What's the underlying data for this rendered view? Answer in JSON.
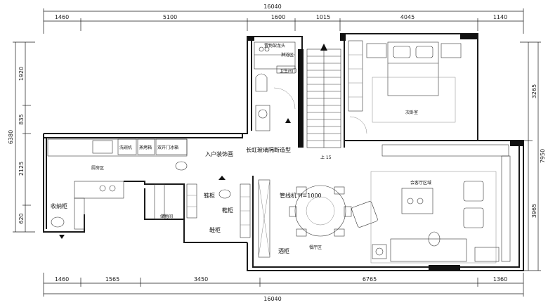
{
  "dimensions": {
    "top_total": "16040",
    "top_segments": [
      "1460",
      "5100",
      "1600",
      "1015",
      "4045",
      "1140"
    ],
    "bottom_segments": [
      "1460",
      "1565",
      "3450",
      "6765",
      "1360"
    ],
    "bottom_total": "16040",
    "left_segments": [
      "1920",
      "835",
      "2125",
      "620"
    ],
    "left_total": "6380",
    "right_segments": [
      "3265",
      "3965"
    ],
    "right_total": "7950"
  },
  "labels": {
    "shower": "淋浴区",
    "toilet_door": "卫生间门",
    "bedroom": "次卧室",
    "washer": "洗碗机",
    "steamer": "蒸烤箱",
    "fridge": "双开门冰箱",
    "entry_wall": "入户装饰画",
    "partition": "长虹玻璃隔断造型",
    "stair_up": "上 15",
    "kitchen": "厨房区",
    "shoe_cab_1": "鞋柜",
    "shoe_cab_2": "鞋柜",
    "shoe_cab_3": "鞋柜",
    "pipe_machine": "管线机 H=1000",
    "storage_cab": "收纳柜",
    "storage_room": "储物间",
    "wine_cab": "酒柜",
    "dining": "餐厅区",
    "living": "会客厅区域",
    "small_note": "置物架龙头"
  }
}
